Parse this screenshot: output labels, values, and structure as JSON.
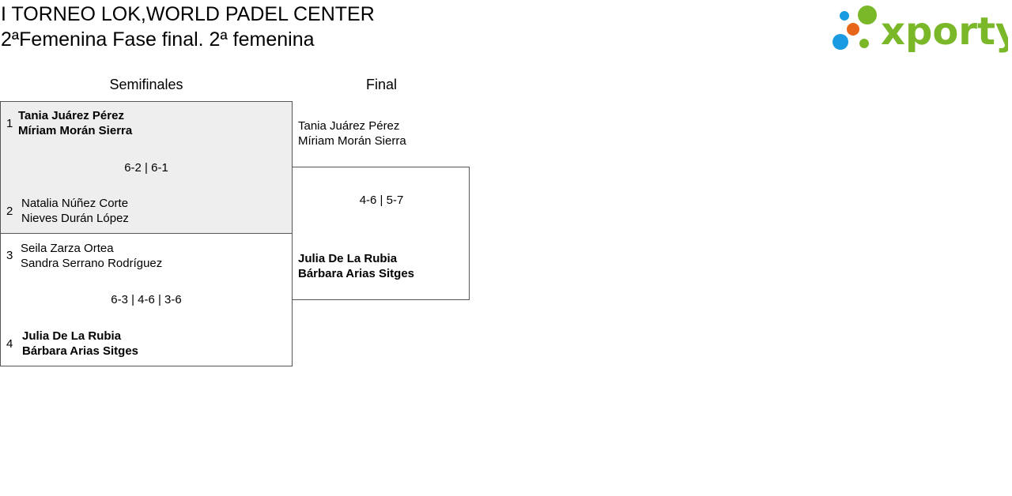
{
  "header": {
    "title_line1": "I TORNEO LOK,WORLD PADEL CENTER",
    "title_line2": "2ªFemenina Fase final. 2ª femenina",
    "logo_text": "xporty"
  },
  "colors": {
    "logo_green": "#7ab829",
    "logo_blue": "#1a9ae0",
    "logo_orange": "#e8661a",
    "winner_bg": "#eeeeee"
  },
  "rounds": {
    "semifinal_label": "Semifinales",
    "final_label": "Final"
  },
  "semifinals": [
    {
      "team_a": {
        "seed": "1",
        "player1": "Tania Juárez Pérez",
        "player2": "Míriam Morán Sierra",
        "winner": true
      },
      "score": "6-2 | 6-1",
      "team_b": {
        "seed": "2",
        "player1": "Natalia Núñez Corte",
        "player2": "Nieves Durán López",
        "winner": false
      }
    },
    {
      "team_a": {
        "seed": "3",
        "player1": "Seila Zarza Ortea",
        "player2": "Sandra Serrano Rodríguez",
        "winner": false
      },
      "score": "6-3 | 4-6 | 3-6",
      "team_b": {
        "seed": "4",
        "player1": "Julia De La Rubia",
        "player2": "Bárbara Arias Sitges",
        "winner": true
      }
    }
  ],
  "final": {
    "team_a": {
      "player1": "Tania Juárez Pérez",
      "player2": "Míriam Morán Sierra",
      "winner": false
    },
    "score": "4-6 | 5-7",
    "team_b": {
      "player1": "Julia De La Rubia",
      "player2": "Bárbara Arias Sitges",
      "winner": true
    }
  }
}
